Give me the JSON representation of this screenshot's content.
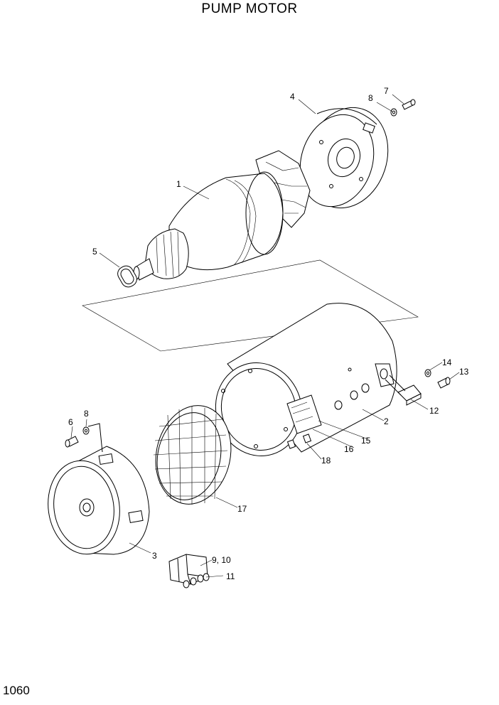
{
  "title": "PUMP MOTOR",
  "page_number": "1060",
  "callouts": {
    "c1": "1",
    "c2": "2",
    "c3": "3",
    "c4": "4",
    "c5": "5",
    "c6": "6",
    "c7": "7",
    "c8a": "8",
    "c8b": "8",
    "c9_10": "9, 10",
    "c11": "11",
    "c12": "12",
    "c13": "13",
    "c14": "14",
    "c15": "15",
    "c16": "16",
    "c17": "17",
    "c18": "18"
  }
}
